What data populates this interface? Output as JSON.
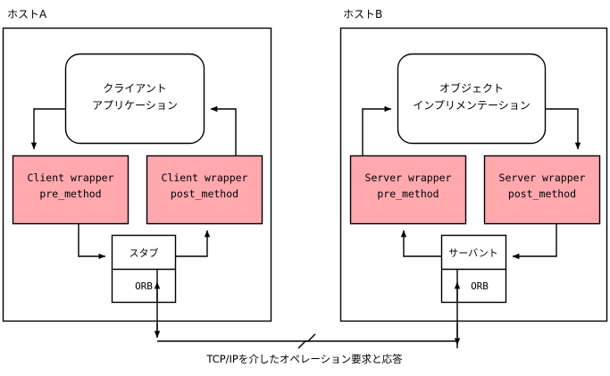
{
  "diagram": {
    "title_visible": false,
    "colors": {
      "wrapper_fill": "#ffa8ae",
      "stroke": "#000000",
      "background": "#ffffff",
      "plain_fill": "#ffffff"
    },
    "hosts": [
      {
        "id": "host-a",
        "label": "ホストA",
        "app_box": {
          "line1": "クライアント",
          "line2": "アプリケーション"
        },
        "wrappers": [
          {
            "id": "client-pre",
            "line1": "Client wrapper",
            "line2": "pre_method"
          },
          {
            "id": "client-post",
            "line1": "Client wrapper",
            "line2": "post_method"
          }
        ],
        "middleware": {
          "upper": "スタブ",
          "lower": "ORB"
        }
      },
      {
        "id": "host-b",
        "label": "ホストB",
        "app_box": {
          "line1": "オブジェクト",
          "line2": "インプリメンテーション"
        },
        "wrappers": [
          {
            "id": "server-pre",
            "line1": "Server wrapper",
            "line2": "pre_method"
          },
          {
            "id": "server-post",
            "line1": "Server wrapper",
            "line2": "post_method"
          }
        ],
        "middleware": {
          "upper": "サーバント",
          "lower": "ORB"
        }
      }
    ],
    "network_caption": "TCP/IPを介したオペレーション要求と応答"
  }
}
